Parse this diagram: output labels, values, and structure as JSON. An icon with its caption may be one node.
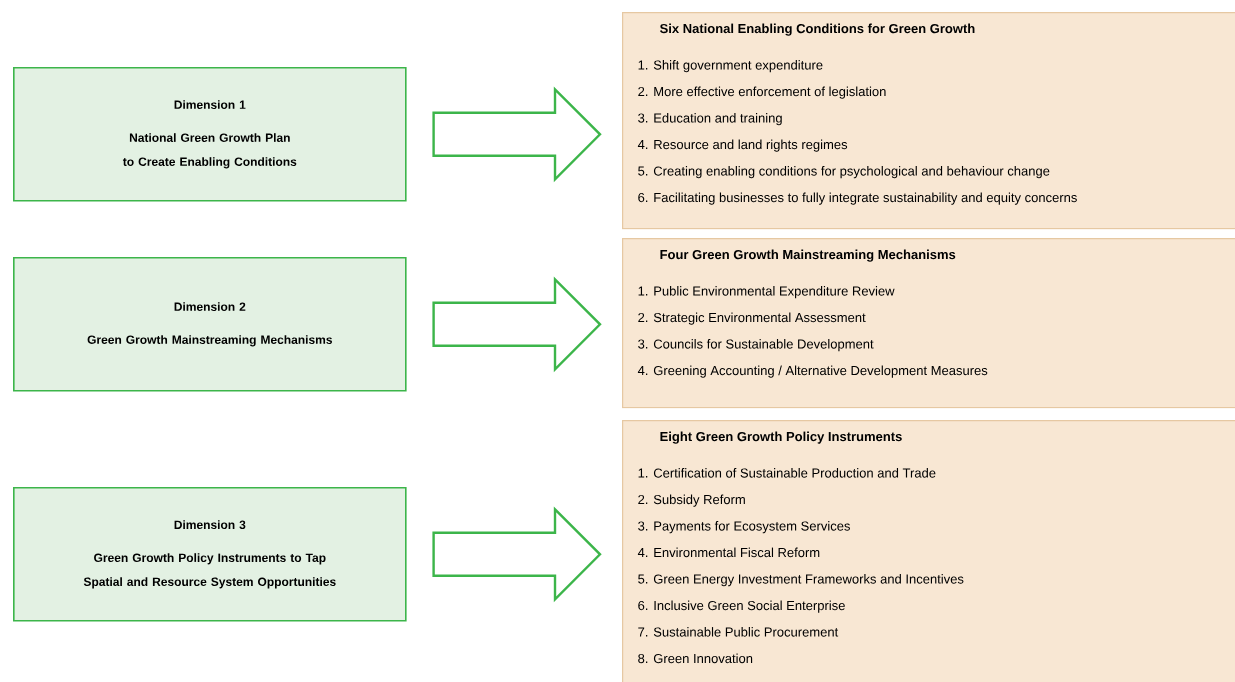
{
  "diagram": {
    "nodes": [
      {
        "text": [
          "Dimension 1",
          "National Green Growth Plan to Create Enabling Conditions"
        ]
      },
      {
        "text": [
          "Six National Enabling Conditions for Green Growth",
          "1. Shift government expenditure",
          "2. More effective enforcement of legislation",
          "3. Education and training",
          "4. Resource and land rights regimes",
          "5. Creating enabling conditions for psychological and behaviour change",
          "6. Facilitating businesses to fully integrate sustainability and equity concerns"
        ]
      },
      {
        "text": [
          "Dimension 2",
          "Green Growth Mainstreaming Mechanisms"
        ]
      },
      {
        "text": [
          "Four Green Growth Mainstreaming Mechanisms",
          "1. Public Environmental Expenditure Review",
          "2. Strategic Environmental Assessment",
          "3. Councils for Sustainable Development",
          "4. Greening Accounting / Alternative Development Measures"
        ]
      },
      {
        "text": [
          "Dimension 3",
          "Green Growth Policy Instruments to Tap Spatial and Resource System Opportunities"
        ]
      },
      {
        "text": [
          "Eight Green Growth Policy Instruments",
          "1. Certification of Sustainable Production and Trade",
          "2. Subsidy Reform",
          "3. Payments for Ecosystem Services",
          "4. Environmental Fiscal Reform",
          "5. Green Energy Investment Frameworks and Incentives",
          "6. Inclusive Green Social Enterprise",
          "7. Sustainable Public Procurement",
          "8. Green Innovation"
        ]
      }
    ],
    "edges": [
      {
        "from": 0,
        "to": 1,
        "arrow": "to"
      },
      {
        "from": 2,
        "to": 3,
        "arrow": "to"
      },
      {
        "from": 4,
        "to": 5,
        "arrow": "to"
      }
    ]
  }
}
